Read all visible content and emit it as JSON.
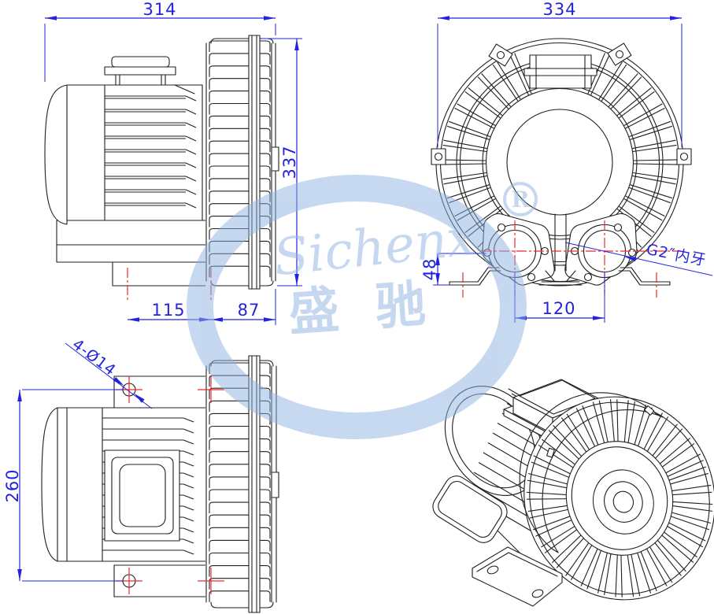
{
  "watermark": {
    "brand_script": "Sichenx",
    "brand_cjk": "盛驰",
    "registered_mark": "R"
  },
  "views": {
    "side_view": {
      "dimensions": {
        "overall_width": "314",
        "overall_height": "337",
        "base_hole_span": "115",
        "base_to_housing_edge": "87"
      }
    },
    "front_view": {
      "dimensions": {
        "overall_width": "334",
        "foot_height": "48",
        "port_spacing": "120"
      },
      "port_thread_label": "G2″内牙"
    },
    "top_view": {
      "dimensions": {
        "mount_hole_span": "260"
      },
      "mount_hole_callout": "4-Ø14"
    }
  },
  "colors": {
    "drawing_line": "#1f1f1f",
    "dimension_blue": "#2323dd",
    "centerline_red": "#ee2a2a",
    "watermark_blue": "#8fb3e2"
  }
}
